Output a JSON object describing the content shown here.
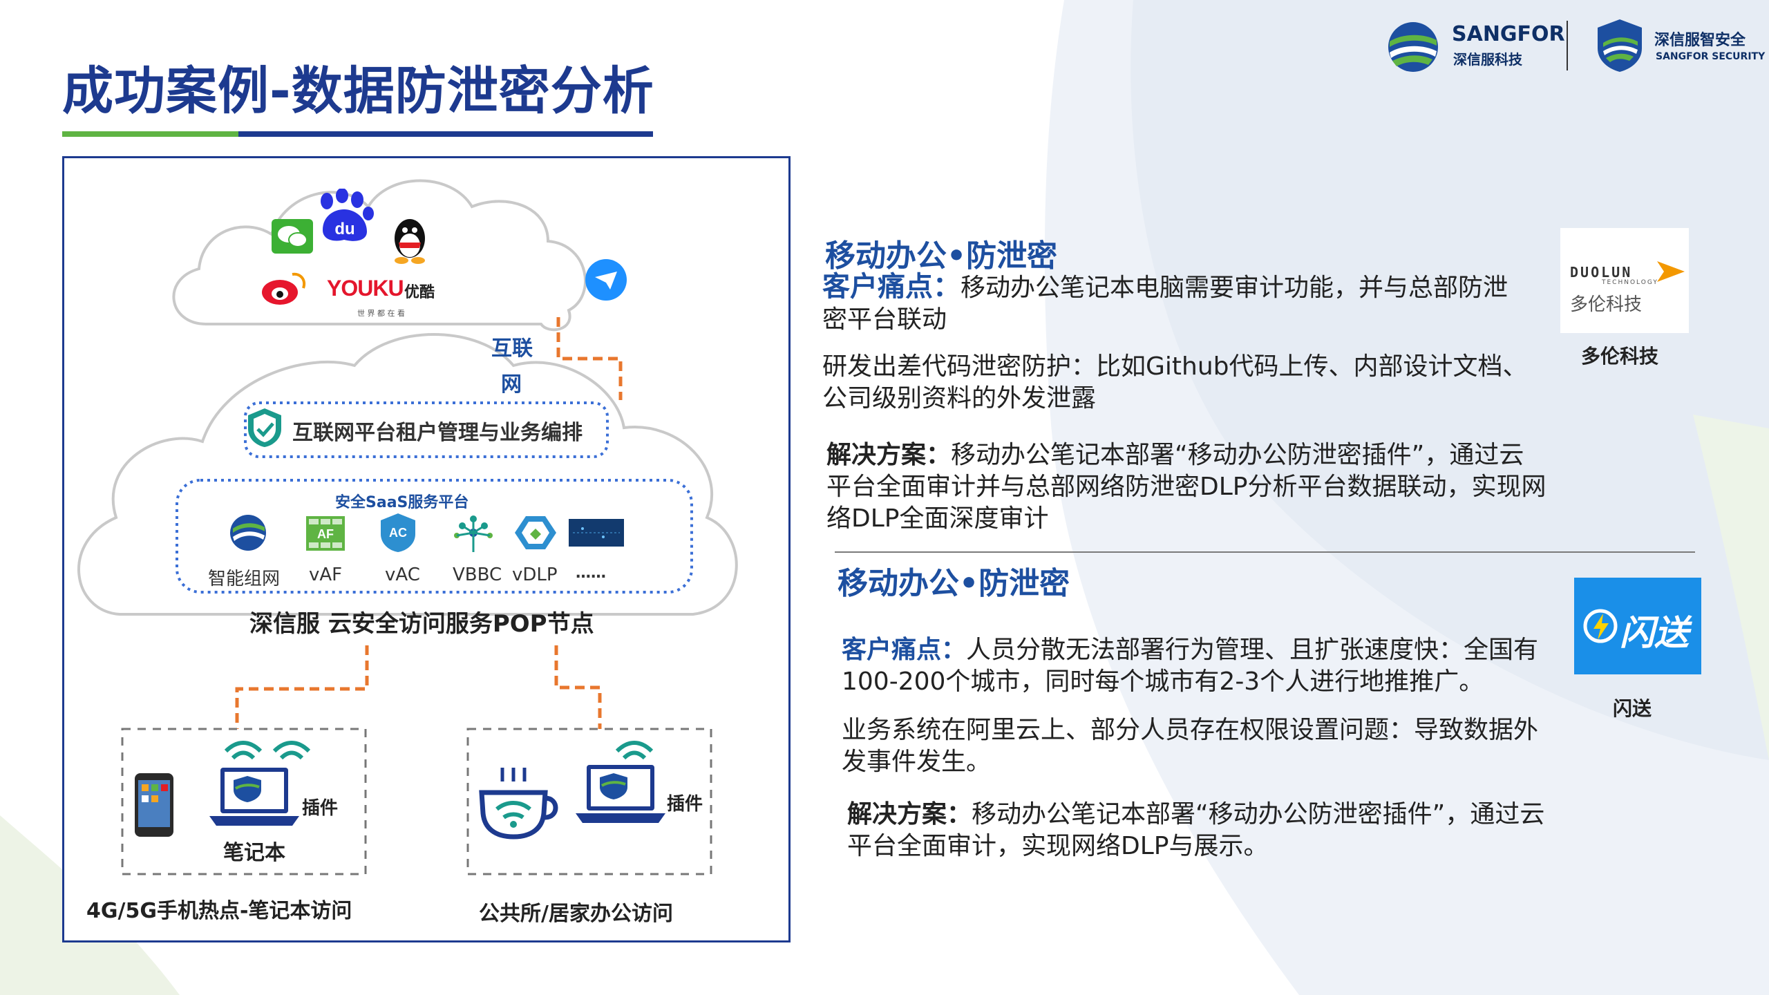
{
  "page": {
    "title": "成功案例-数据防泄密分析"
  },
  "logos": {
    "sangfor_name": "SANGFOR",
    "sangfor_cn": "深信服科技",
    "security_cn": "深信服智安全",
    "security_en": "SANGFOR SECURITY"
  },
  "diagram": {
    "internet_apps": [
      "wechat-icon",
      "baidu-icon",
      "qq-icon",
      "weibo-icon",
      "youku-icon",
      "feishu-icon"
    ],
    "youku_logo": "YOUKU",
    "youku_cn": "优酷",
    "youku_slogan": "世 界 都 在 看",
    "internet_label_1": "互联",
    "internet_label_2": "网",
    "platform_label": "互联网平台租户管理与业务编排",
    "saas_title": "安全SaaS服务平台",
    "saas_items": [
      {
        "label": "智能组网",
        "icon": "sdwan-icon"
      },
      {
        "label": "vAF",
        "icon": "af-icon"
      },
      {
        "label": "vAC",
        "icon": "ac-icon"
      },
      {
        "label": "VBBC",
        "icon": "vbbc-icon"
      },
      {
        "label": "vDLP",
        "icon": "dlp-icon"
      },
      {
        "label": "……",
        "icon": "more-icon"
      }
    ],
    "af_badge": "AF",
    "ac_badge": "AC",
    "pop_label": "深信服 云安全访问服务POP节点",
    "left_box": {
      "plugin": "插件",
      "device": "笔记本",
      "caption": "4G/5G手机热点-笔记本访问"
    },
    "right_box": {
      "plugin": "插件",
      "caption": "公共所/居家办公访问"
    },
    "colors": {
      "dash": "#e8772e",
      "blue": "#1d3a8f",
      "green": "#5fb443",
      "teal": "#1a9a8c"
    }
  },
  "case1": {
    "heading": "移动办公•防泄密",
    "pain_label": "客户痛点：",
    "pain_text_1": "移动办公笔记本电脑需要审计功能，并与总部防泄",
    "pain_text_2": "密平台联动",
    "dev_text_1": "研发出差代码泄密防护：比如Github代码上传、内部设计文档、",
    "dev_text_2": "公司级别资料的外发泄露",
    "solution_label": "解决方案：",
    "solution_text_1": "移动办公笔记本部署“移动办公防泄密插件”，通过云",
    "solution_text_2": "平台全面审计并与总部网络防泄密DLP分析平台数据联动，实现网",
    "solution_text_3": "络DLP全面深度审计",
    "logo_en": "DUOLUN",
    "logo_sub": "TECHNOLOGY",
    "logo_cn": "多伦科技",
    "company": "多伦科技"
  },
  "case2": {
    "heading": "移动办公•防泄密",
    "pain_label": "客户痛点：",
    "pain_text_1": "人员分散无法部署行为管理、且扩张速度快：全国有",
    "pain_text_2": "100-200个城市，同时每个城市有2-3个人进行地推推广。",
    "biz_text_1": "业务系统在阿里云上、部分人员存在权限设置问题：导致数据外",
    "biz_text_2": "发事件发生。",
    "solution_label": "解决方案：",
    "solution_text_1": "移动办公笔记本部署“移动办公防泄密插件”，通过云",
    "solution_text_2": "平台全面审计，实现网络DLP与展示。",
    "logo_text": "闪送",
    "company": "闪送"
  }
}
